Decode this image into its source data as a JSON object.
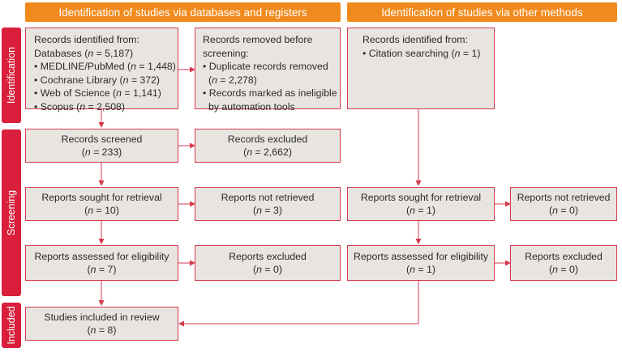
{
  "headers": {
    "databases": "Identification of studies via databases and registers",
    "other": "Identification of studies via other methods"
  },
  "phases": {
    "identification": "Identification",
    "screening": "Screening",
    "included": "Included"
  },
  "boxes": {
    "records_identified": {
      "title": "Records identified from:",
      "databases_prefix": "Databases (",
      "databases_suffix": " = 5,187)",
      "items": [
        {
          "prefix": "• MEDLINE/PubMed (",
          "suffix": " = 1,448)"
        },
        {
          "prefix": "• Cochrane Library (",
          "suffix": " = 372)"
        },
        {
          "prefix": "• Web of Science (",
          "suffix": " = 1,141)"
        },
        {
          "prefix": "• Scopus (",
          "suffix": " = 2,508)"
        }
      ]
    },
    "records_removed": {
      "title1": "Records removed before",
      "title2": "screening:",
      "item1_line1": "• Duplicate records removed",
      "item1_line2_prefix": "(",
      "item1_line2_suffix": " = 2,278)",
      "item2_line1": "• Records marked as ineligible",
      "item2_line2": "by automation tools"
    },
    "other_identified": {
      "title": "Records identified from:",
      "item_prefix": "• Citation searching (",
      "item_suffix": " = 1)"
    },
    "records_screened": {
      "label": "Records screened",
      "count": " = 233)"
    },
    "records_excluded": {
      "label": "Records excluded",
      "count": " = 2,662)"
    },
    "sought_db": {
      "label": "Reports sought for retrieval",
      "count": " = 10)"
    },
    "not_retrieved_db": {
      "label": "Reports not retrieved",
      "count": " = 3)"
    },
    "sought_other": {
      "label": "Reports sought for retrieval",
      "count": " = 1)"
    },
    "not_retrieved_other": {
      "label": "Reports not retrieved",
      "count": " = 0)"
    },
    "assessed_db": {
      "label": "Reports assessed for eligibility",
      "count": " = 7)"
    },
    "excluded_db": {
      "label": "Reports excluded",
      "count": " = 0)"
    },
    "assessed_other": {
      "label": "Reports assessed for eligibility",
      "count": " = 1)"
    },
    "excluded_other": {
      "label": "Reports excluded",
      "count": " = 0)"
    },
    "included": {
      "label": "Studies included in review",
      "count": " = 8)"
    }
  },
  "n_symbol": "n",
  "open_paren": "(",
  "colors": {
    "header": "#f18a1c",
    "phase": "#d91f3b",
    "box_fill": "#e8e5e1",
    "line": "#d43a4c"
  }
}
